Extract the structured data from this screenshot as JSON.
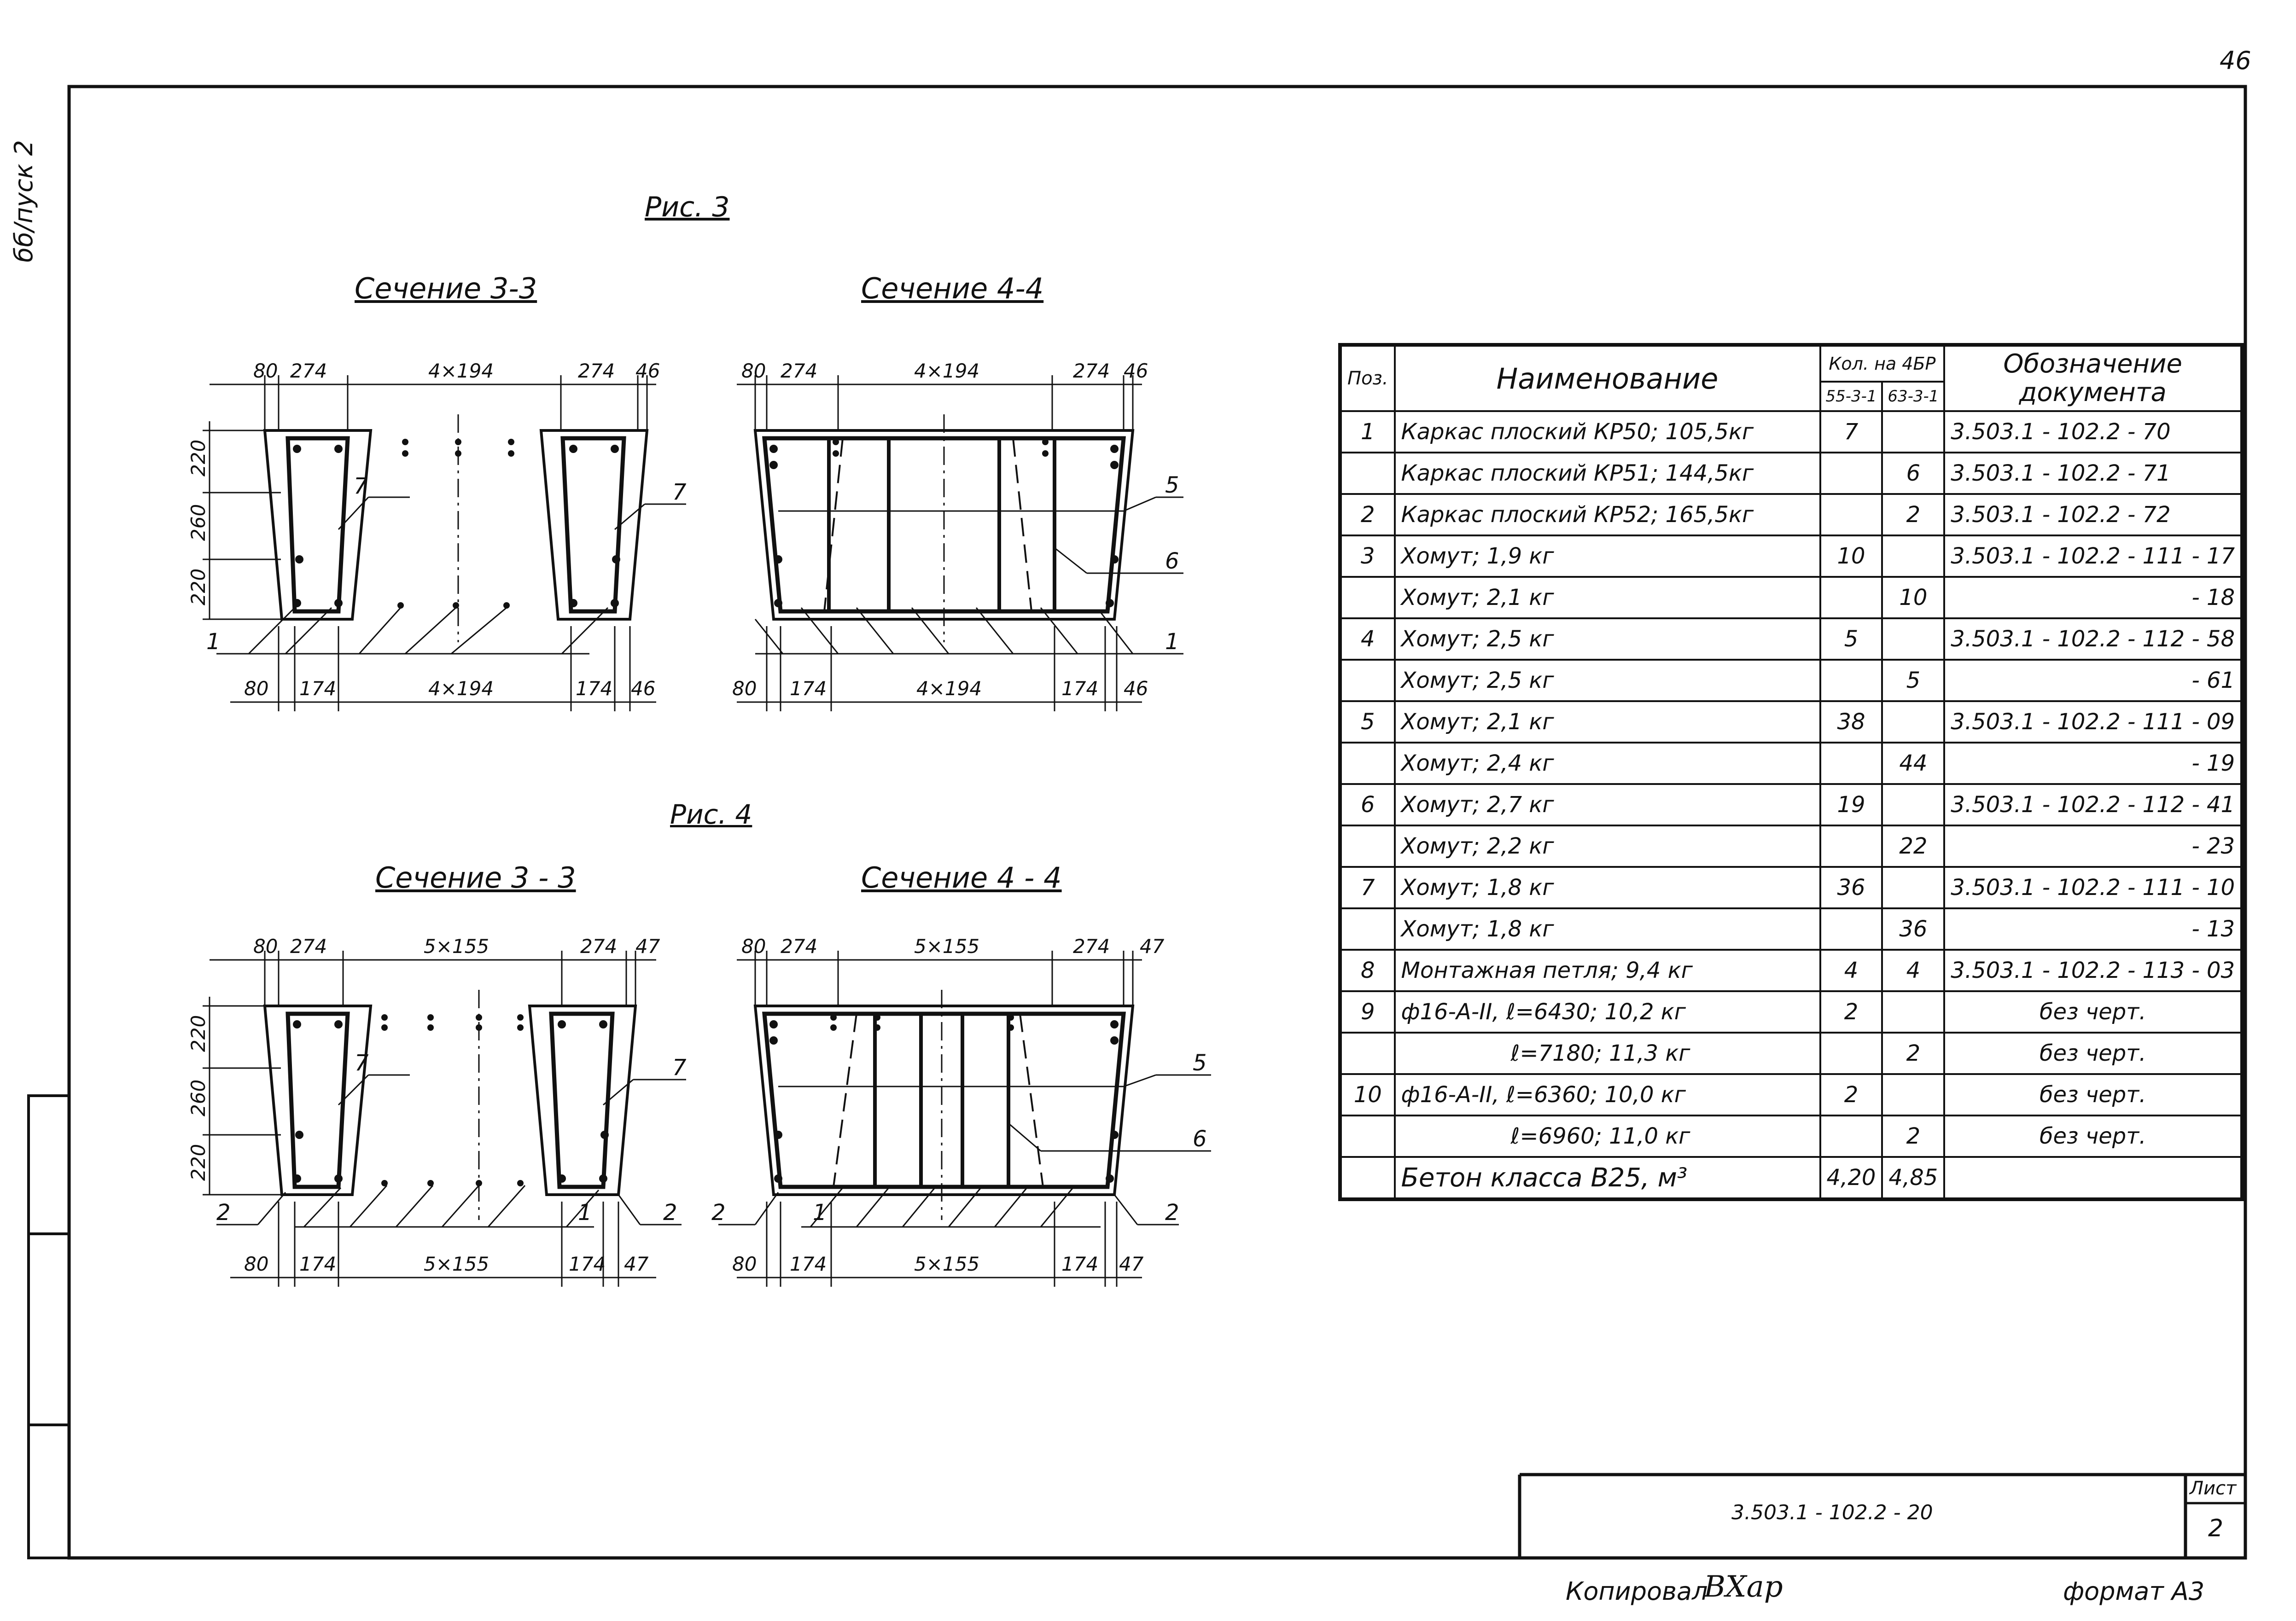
{
  "page_number": "46",
  "side_note": "бб/пуск 2",
  "fig3": {
    "title": "Рис. 3",
    "sec33": {
      "title": "Сечение  3-3",
      "top": [
        "80",
        "274",
        "4×194",
        "274",
        "46"
      ],
      "bottom": [
        "80",
        "174",
        "4×194",
        "174",
        "46"
      ],
      "left": [
        "220",
        "260",
        "220"
      ],
      "callouts": [
        "7",
        "7",
        "1"
      ]
    },
    "sec44": {
      "title": "Сечение  4-4",
      "top": [
        "80",
        "274",
        "4×194",
        "274",
        "46"
      ],
      "bottom": [
        "80",
        "174",
        "4×194",
        "174",
        "46"
      ],
      "callouts": [
        "5",
        "6",
        "1"
      ]
    }
  },
  "fig4": {
    "title": "Рис. 4",
    "sec33": {
      "title": "Сечение  3 - 3",
      "top": [
        "80",
        "274",
        "5×155",
        "274",
        "47"
      ],
      "bottom": [
        "80",
        "174",
        "5×155",
        "174",
        "47"
      ],
      "left": [
        "220",
        "260",
        "220"
      ],
      "callouts": [
        "7",
        "7",
        "2",
        "1",
        "2"
      ]
    },
    "sec44": {
      "title": "Сечение  4 - 4",
      "top": [
        "80",
        "274",
        "5×155",
        "274",
        "47"
      ],
      "bottom": [
        "80",
        "174",
        "5×155",
        "174",
        "47"
      ],
      "callouts": [
        "5",
        "6",
        "2",
        "1",
        "2"
      ]
    }
  },
  "table": {
    "headers": {
      "pos": "Поз.",
      "name": "Наименование",
      "qty": "Кол. на 4БР",
      "qty_a": "55-3-1",
      "qty_b": "63-3-1",
      "doc": "Обозначение документа"
    },
    "rows": [
      {
        "pos": "1",
        "name": "Каркас плоский КР50; 105,5кг",
        "a": "7",
        "b": "",
        "doc": "3.503.1 - 102.2 - 70"
      },
      {
        "pos": "",
        "name": "Каркас плоский КР51; 144,5кг",
        "a": "",
        "b": "6",
        "doc": "3.503.1 - 102.2 - 71"
      },
      {
        "pos": "2",
        "name": "Каркас плоский КР52; 165,5кг",
        "a": "",
        "b": "2",
        "doc": "3.503.1 - 102.2 - 72"
      },
      {
        "pos": "3",
        "name": "Хомут;      1,9 кг",
        "a": "10",
        "b": "",
        "doc": "3.503.1 - 102.2 - 111 - 17"
      },
      {
        "pos": "",
        "name": "Хомут;      2,1 кг",
        "a": "",
        "b": "10",
        "doc": "- 18"
      },
      {
        "pos": "4",
        "name": "Хомут;      2,5 кг",
        "a": "5",
        "b": "",
        "doc": "3.503.1 - 102.2 - 112 - 58"
      },
      {
        "pos": "",
        "name": "Хомут;      2,5 кг",
        "a": "",
        "b": "5",
        "doc": "- 61"
      },
      {
        "pos": "5",
        "name": "Хомут;      2,1 кг",
        "a": "38",
        "b": "",
        "doc": "3.503.1 - 102.2 - 111 - 09"
      },
      {
        "pos": "",
        "name": "Хомут;      2,4 кг",
        "a": "",
        "b": "44",
        "doc": "- 19"
      },
      {
        "pos": "6",
        "name": "Хомут;      2,7 кг",
        "a": "19",
        "b": "",
        "doc": "3.503.1 - 102.2 - 112 - 41"
      },
      {
        "pos": "",
        "name": "Хомут;      2,2 кг",
        "a": "",
        "b": "22",
        "doc": "- 23"
      },
      {
        "pos": "7",
        "name": "Хомут;      1,8 кг",
        "a": "36",
        "b": "",
        "doc": "3.503.1 - 102.2 - 111 - 10"
      },
      {
        "pos": "",
        "name": "Хомут;      1,8 кг",
        "a": "",
        "b": "36",
        "doc": "- 13"
      },
      {
        "pos": "8",
        "name": "Монтажная петля; 9,4 кг",
        "a": "4",
        "b": "4",
        "doc": "3.503.1 - 102.2 - 113 - 03"
      },
      {
        "pos": "9",
        "name": "ф16-А-II, ℓ=6430;  10,2 кг",
        "a": "2",
        "b": "",
        "doc": "без черт."
      },
      {
        "pos": "",
        "name": "ℓ=7180;  11,3 кг",
        "a": "",
        "b": "2",
        "doc": "без черт."
      },
      {
        "pos": "10",
        "name": "ф16-А-II, ℓ=6360;  10,0 кг",
        "a": "2",
        "b": "",
        "doc": "без черт."
      },
      {
        "pos": "",
        "name": "ℓ=6960;  11,0 кг",
        "a": "",
        "b": "2",
        "doc": "без черт."
      }
    ],
    "footer": {
      "name": "Бетон класса В25, м³",
      "a": "4,20",
      "b": "4,85"
    }
  },
  "title_block": {
    "doc": "3.503.1 - 102.2 - 20",
    "sheet_label": "Лист",
    "sheet": "2"
  },
  "bottom": {
    "copied": "Копировал",
    "signature": "ВХар",
    "format": "формат  А3"
  }
}
